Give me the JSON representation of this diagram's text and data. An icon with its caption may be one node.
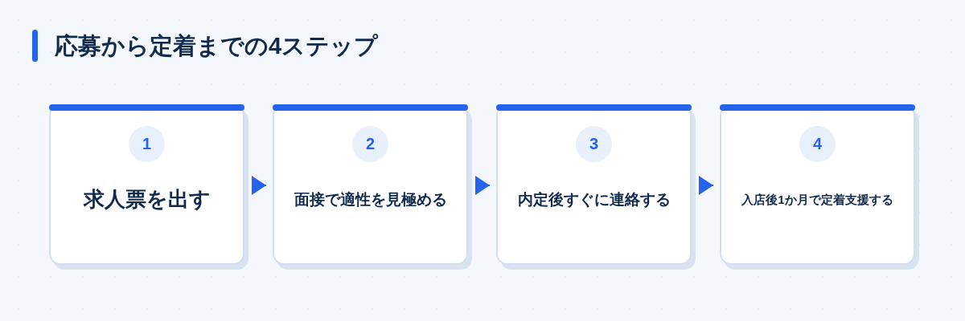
{
  "diagram": {
    "title": "応募から定着までの4ステップ",
    "nodes": [
      {
        "text": [
          "1",
          "求人票を出す"
        ]
      },
      {
        "text": [
          "2",
          "面接で適性を見極める"
        ]
      },
      {
        "text": [
          "3",
          "内定後すぐに連絡する"
        ]
      },
      {
        "text": [
          "4",
          "入店後1か月で定着支援する"
        ]
      }
    ],
    "edges": [
      {
        "from": 0,
        "to": 1,
        "arrow": "to"
      },
      {
        "from": 1,
        "to": 2,
        "arrow": "to"
      },
      {
        "from": 2,
        "to": 3,
        "arrow": "to"
      }
    ]
  }
}
